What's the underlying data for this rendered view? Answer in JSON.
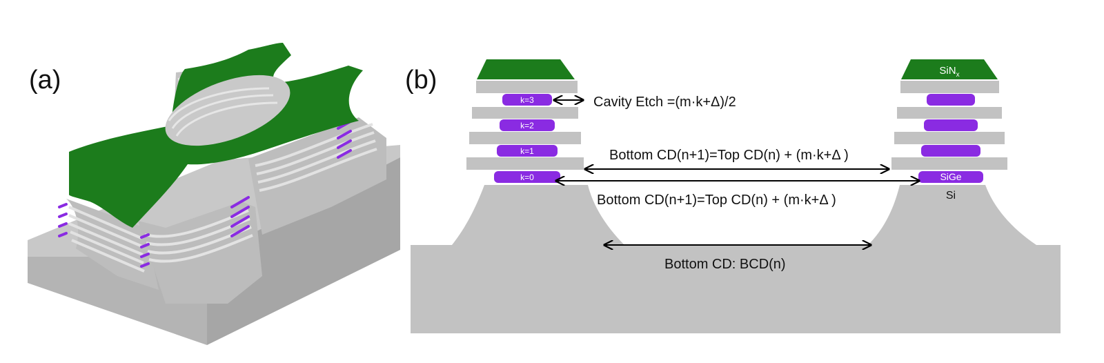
{
  "panel_a": {
    "label": "(a)"
  },
  "panel_b": {
    "label": "(b)",
    "layer_labels": [
      "k=3",
      "k=2",
      "k=1",
      "k=0"
    ],
    "material_labels": {
      "cap": "SiN",
      "cap_subscript": "x",
      "sige": "SiGe",
      "si": "Si"
    },
    "annotations": {
      "cavity_etch": "Cavity Etch =(m·k+Δ)/2",
      "bottom_cd_1": "Bottom CD(n+1)=Top CD(n) + (m·k+Δ )",
      "bottom_cd_2": "Bottom CD(n+1)=Top CD(n) + (m·k+Δ )",
      "bottom_cd_base": "Bottom CD: BCD(n)"
    }
  },
  "colors": {
    "green": "#1c7c1c",
    "purple": "#8a2be2",
    "gray": "#c2c2c2",
    "dark_gray": "#8c8c8c",
    "arrow": "#000000"
  }
}
